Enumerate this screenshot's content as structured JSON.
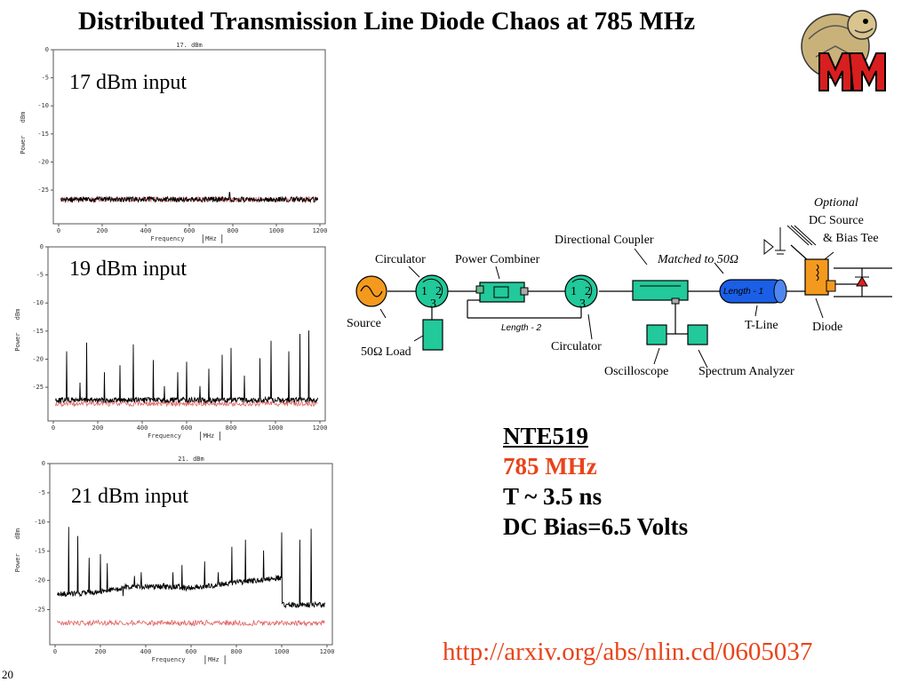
{
  "title": "Distributed Transmission Line Diode Chaos at 785 MHz",
  "page_number": "20",
  "plots": [
    {
      "label": "17 dBm input",
      "header": "17. dBm",
      "ylabel_power": "Power",
      "ylabel_unit": "dBm",
      "xlabel": "Frequency",
      "xunit": "MHz",
      "xticks": [
        "0",
        "200",
        "400",
        "600",
        "800",
        "1000",
        "1200"
      ],
      "yticks": [
        "0",
        "-5",
        "-10",
        "-15",
        "-20",
        "-25"
      ]
    },
    {
      "label": "19 dBm input",
      "header": "",
      "ylabel_power": "Power",
      "ylabel_unit": "dBm",
      "xlabel": "Frequency",
      "xunit": "MHz",
      "xticks": [
        "0",
        "200",
        "400",
        "600",
        "800",
        "1000",
        "1200"
      ],
      "yticks": [
        "0",
        "-5",
        "-10",
        "-15",
        "-20",
        "-25"
      ]
    },
    {
      "label": "21 dBm input",
      "header": "21. dBm",
      "ylabel_power": "Power",
      "ylabel_unit": "dBm",
      "xlabel": "Frequency",
      "xunit": "MHz",
      "xticks": [
        "0",
        "200",
        "400",
        "600",
        "800",
        "1000",
        "1200"
      ],
      "yticks": [
        "0",
        "-5",
        "-10",
        "-15",
        "-20",
        "-25"
      ]
    }
  ],
  "circuit": {
    "source": "Source",
    "load": "50Ω Load",
    "circulator_1": "Circulator",
    "circulator_2": "Circulator",
    "circ_port_1": "1",
    "circ_port_2": "2",
    "circ_port_3": "3",
    "power_combiner": "Power Combiner",
    "directional_coupler": "Directional Coupler",
    "matched": "Matched to 50Ω",
    "length_1": "Length - 1",
    "length_2": "Length - 2",
    "t_line": "T-Line",
    "optional": "Optional",
    "dc_source": "DC Source",
    "bias_tee": "& Bias Tee",
    "diode": "Diode",
    "oscilloscope": "Oscilloscope",
    "spectrum_analyzer": "Spectrum Analyzer"
  },
  "specs": {
    "part": "NTE519",
    "frequency": "785 MHz",
    "period": "T ~ 3.5 ns",
    "bias": "DC Bias=6.5 Volts"
  },
  "link": "http://arxiv.org/abs/nlin.cd/0605037",
  "colors": {
    "accent": "#e8441a",
    "component_green": "#22c99a",
    "tline_blue": "#1a5fe6",
    "source_orange": "#f39a1e",
    "noise_red": "#e06060"
  }
}
